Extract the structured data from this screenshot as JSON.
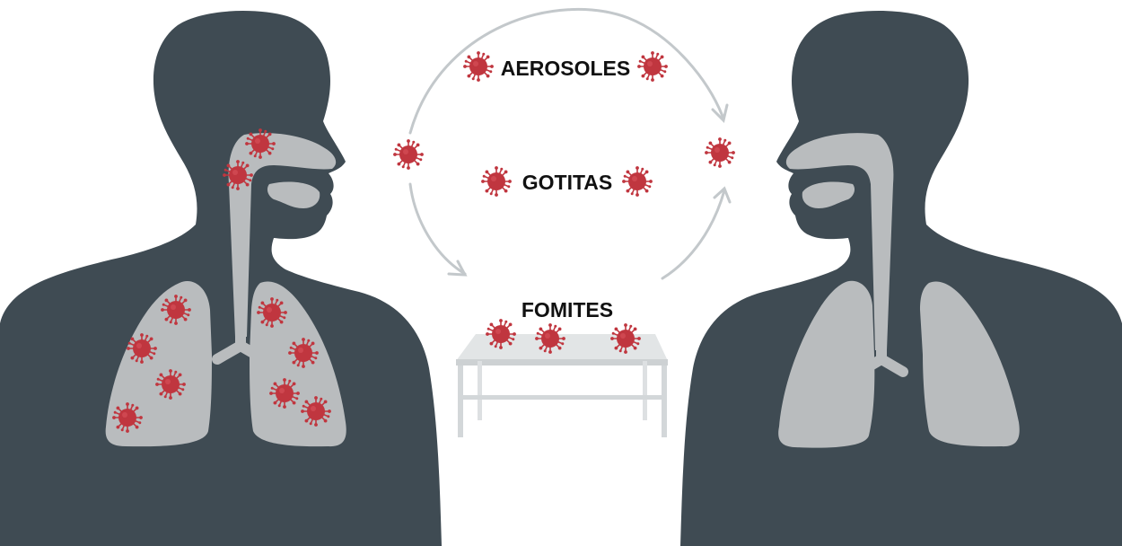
{
  "labels": {
    "aerosoles": "AEROSOLES",
    "gotitas": "GOTITAS",
    "fomites": "FOMITES"
  },
  "colors": {
    "body": "#3f4b53",
    "airway": "#b9bcbe",
    "virus": "#c0363f",
    "virus_dark": "#9b2a31",
    "arrow": "#c3c8cb",
    "table": "#d3d7d9",
    "table_top": "#e2e5e6",
    "text": "#111111"
  },
  "icons": {
    "virus": "virus-icon",
    "table": "table-icon",
    "arrow": "arrow-icon"
  }
}
